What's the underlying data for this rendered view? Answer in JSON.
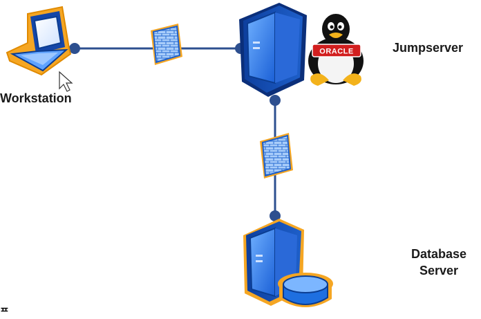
{
  "diagram": {
    "nodes": {
      "workstation": {
        "label": "Workstation",
        "icon": "laptop-icon"
      },
      "jumpserver": {
        "label": "Jumpserver",
        "icon": "server-tower-icon",
        "badge_icon": "linux-penguin-icon",
        "badge_text": "ORACLE"
      },
      "database_server": {
        "label_line1": "Database",
        "label_line2": "Server",
        "icon": "database-server-icon"
      }
    },
    "links": [
      {
        "from": "workstation",
        "to": "jumpserver",
        "via": "firewall-icon"
      },
      {
        "from": "jumpserver",
        "to": "database_server",
        "via": "firewall-icon"
      }
    ],
    "colors": {
      "highlight": "#f5a623",
      "device_blue": "#1e6fe0",
      "device_dark": "#0b3d91",
      "connector": "#2d4f8f",
      "firewall_brick": "#4a8fe8"
    }
  },
  "corner_glyph": "ᄑ"
}
